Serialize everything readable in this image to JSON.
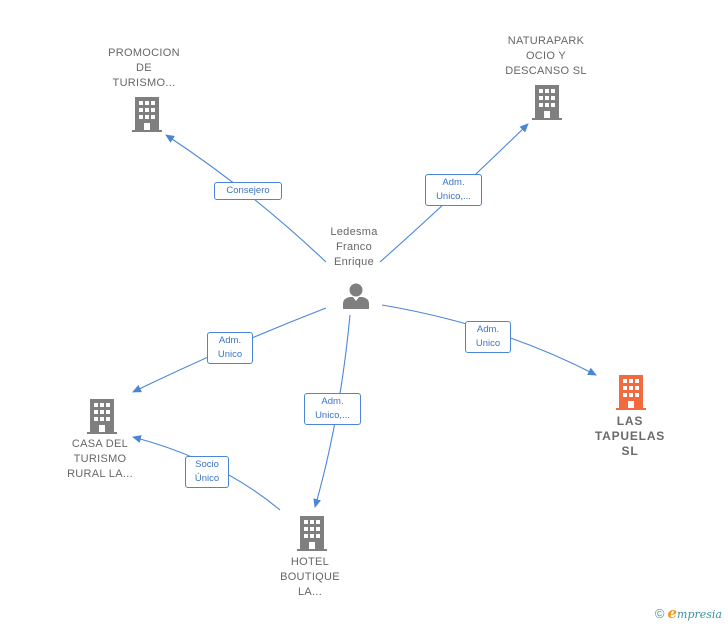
{
  "colors": {
    "edge": "#4a86d8",
    "building_default": "#7f7f7f",
    "building_highlight": "#f26a3d",
    "person": "#7f7f7f"
  },
  "person": {
    "lines": [
      "Ledesma",
      "Franco",
      "Enrique"
    ],
    "icon": "person-icon"
  },
  "companies": {
    "promocion": {
      "lines": [
        "PROMOCION",
        "DE",
        "TURISMO..."
      ],
      "icon": "building-icon"
    },
    "naturapark": {
      "lines": [
        "NATURAPARK",
        "OCIO Y",
        "DESCANSO SL"
      ],
      "icon": "building-icon"
    },
    "casa": {
      "lines": [
        "CASA DEL",
        "TURISMO",
        "RURAL LA..."
      ],
      "icon": "building-icon"
    },
    "hotel": {
      "lines": [
        "HOTEL",
        "BOUTIQUE",
        "LA..."
      ],
      "icon": "building-icon"
    },
    "tapuelas": {
      "lines": [
        "LAS",
        "TAPUELAS",
        "SL"
      ],
      "icon": "building-icon",
      "highlight": true
    }
  },
  "edges": {
    "consejero": {
      "lines": [
        "Consejero"
      ]
    },
    "naturapark": {
      "lines": [
        "Adm.",
        "Unico,..."
      ]
    },
    "casa": {
      "lines": [
        "Adm.",
        "Unico"
      ]
    },
    "hotel": {
      "lines": [
        "Adm.",
        "Unico,..."
      ]
    },
    "tapuelas": {
      "lines": [
        "Adm.",
        "Unico"
      ]
    },
    "socio": {
      "lines": [
        "Socio",
        "Único"
      ]
    }
  },
  "watermark": {
    "copyright": "©",
    "brand_first": "e",
    "brand_rest": "mpresia"
  }
}
